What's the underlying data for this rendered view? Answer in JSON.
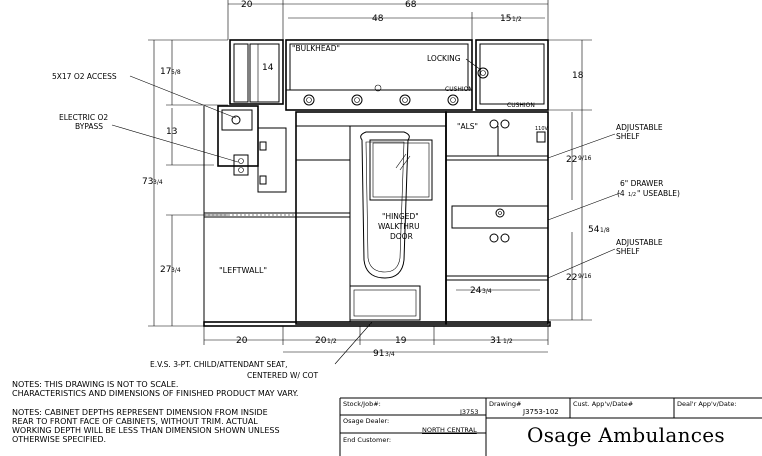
{
  "dimensions": {
    "top_left": "20",
    "top_mid": "68",
    "bulkhead_width": "48",
    "right_cab_width": "15",
    "right_cab_width_frac": "1/2",
    "upper_left_height": "17",
    "upper_left_height_frac": "5/8",
    "inner_14": "14",
    "electric_13": "13",
    "overall_height": "73",
    "overall_height_frac": "3/4",
    "lower_left_height": "27",
    "lower_left_height_frac": "3/4",
    "right_top_18": "18",
    "shelf_upper": "22",
    "shelf_upper_frac": "9/16",
    "right_54": "54",
    "right_54_frac": "1/8",
    "shelf_lower": "22",
    "shelf_lower_frac": "9/16",
    "inner_24": "24",
    "inner_24_frac": "3/4",
    "bottom_20": "20",
    "bottom_20b": "20",
    "bottom_20b_frac": "1/2",
    "bottom_19": "19",
    "bottom_31": "31",
    "bottom_31_frac": "1/2",
    "bottom_total": "91",
    "bottom_total_frac": "3/4"
  },
  "labels": {
    "bulkhead": "\"BULKHEAD\"",
    "locking": "LOCKING",
    "cushion_left": "CUSHION",
    "cushion_right": "CUSHION",
    "access": "5X17 O2 ACCESS",
    "electric_o2": "ELECTRIC O2",
    "bypass": "BYPASS",
    "als": "\"ALS\"",
    "outlet_110v": "110V",
    "adjustable_shelf_1a": "ADJUSTABLE",
    "adjustable_shelf_1b": "SHELF",
    "drawer_a": "6\" DRAWER",
    "drawer_b_pre": "(4",
    "drawer_b_frac": "1/2",
    "drawer_b_post": "\" USEABLE)",
    "adjustable_shelf_2a": "ADJUSTABLE",
    "adjustable_shelf_2b": "SHELF",
    "hinged_1": "\"HINGED\"",
    "hinged_2": "WALKTHRU",
    "hinged_3": "DOOR",
    "leftwall": "\"LEFTWALL\"",
    "evs_1": "E.V.S. 3-PT. CHILD/ATTENDANT SEAT,",
    "evs_2": "CENTERED W/ COT"
  },
  "notes": {
    "note1_line1": "NOTES: THIS DRAWING IS NOT TO SCALE.",
    "note1_line2": "CHARACTERISTICS AND DIMENSIONS OF FINISHED PRODUCT MAY VARY.",
    "note2_line1": "NOTES: CABINET DEPTHS REPRESENT DIMENSION FROM INSIDE",
    "note2_line2": "REAR TO FRONT FACE OF CABINETS, WITHOUT TRIM.  ACTUAL",
    "note2_line3": "WORKING DEPTH WILL BE LESS THAN DIMENSION SHOWN UNLESS",
    "note2_line4": "OTHERWISE SPECIFIED."
  },
  "title_block": {
    "stock_label": "Stock/Job#:",
    "stock_value": "J3753",
    "drawing_label": "Drawing#",
    "drawing_value": "J3753-102",
    "cust_label": "Cust. App'v/Date#",
    "dealer_app_label": "Deal'r App'v/Date:",
    "osage_dealer_label": "Osage Dealer:",
    "osage_dealer_value": "NORTH CENTRAL",
    "end_customer_label": "End Customer:",
    "company": "Osage Ambulances"
  }
}
